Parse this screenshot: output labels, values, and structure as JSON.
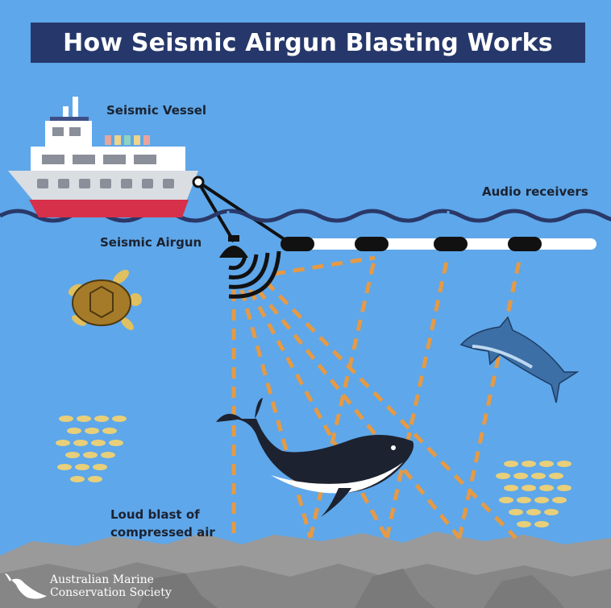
{
  "title": "How Seismic Airgun Blasting Works",
  "labels": {
    "vessel": "Seismic Vessel",
    "receivers": "Audio receivers",
    "airgun": "Seismic Airgun",
    "blast_line1": "Loud blast of",
    "blast_line2": "compressed air"
  },
  "logo": {
    "line1": "Australian Marine",
    "line2": "Conservation Society"
  },
  "colors": {
    "water": "#5ea7ea",
    "title_bar": "#26386b",
    "waves": "#2a3868",
    "hull": "#d6304a",
    "signal": "#e59a45",
    "seabed": "#9a9a9a"
  }
}
